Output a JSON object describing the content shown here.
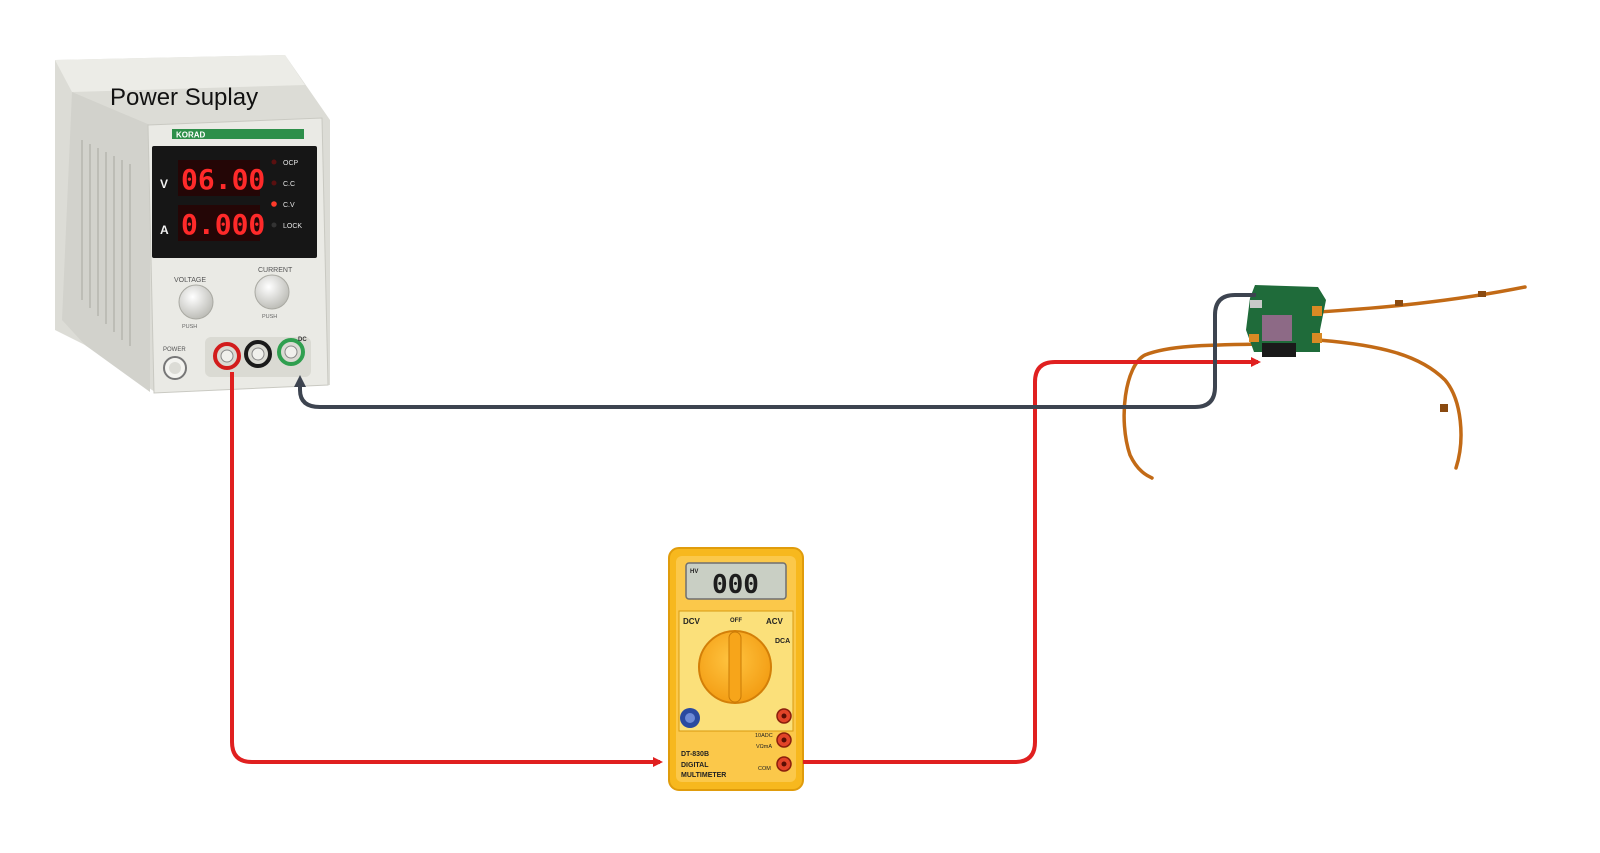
{
  "power_supply": {
    "label": "Power Suplay",
    "brand": "KORAD",
    "voltage_reading": "06.00",
    "current_reading": "0.000",
    "voltage_unit": "V",
    "current_unit": "A",
    "indicators": [
      "OCP",
      "C.C",
      "C.V",
      "LOCK"
    ],
    "knob_voltage_label": "VOLTAGE",
    "knob_current_label": "CURRENT",
    "knob_push_label": "PUSH",
    "power_label": "POWER",
    "dc_label": "DC"
  },
  "multimeter": {
    "reading": "000",
    "hv_label": "HV",
    "model": "DT-830B",
    "name_line1": "DIGITAL",
    "name_line2": "MULTIMETER",
    "dcv_label": "DCV",
    "acv_label": "ACV",
    "dca_label": "DCA",
    "off_label": "OFF",
    "port_10a": "10ADC",
    "port_ma": "VΩmA",
    "port_com": "COM"
  },
  "colors": {
    "wire_positive": "#e02020",
    "wire_negative": "#3d4450",
    "psu_body": "#e6e6e1",
    "display_red": "#ff2a2a",
    "multimeter_body": "#f7b81e",
    "pcb_green": "#1f6b3a",
    "flex_cable": "#c26a16"
  }
}
